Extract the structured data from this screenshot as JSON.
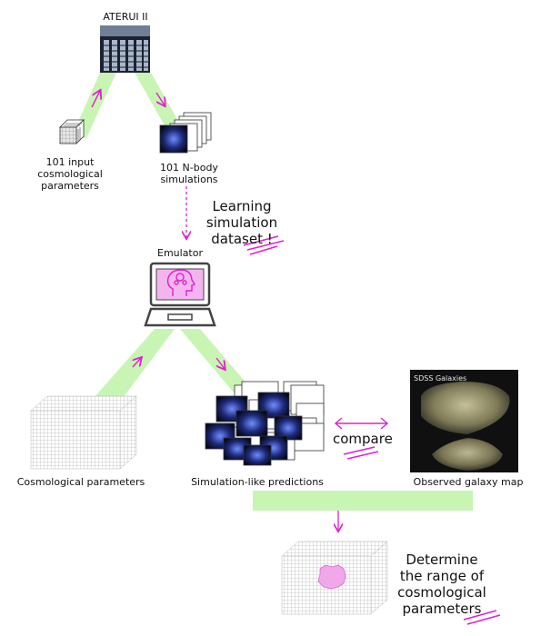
{
  "supercomputer": {
    "name": "ATERUI II"
  },
  "inputs": {
    "label": "101 input\ncosmological\nparameters"
  },
  "simulations": {
    "label": "101 N-body\nsimulations"
  },
  "learning": {
    "note": "Learning\nsimulation\ndataset !"
  },
  "emulator": {
    "label": "Emulator"
  },
  "params_cube": {
    "label": "Cosmological parameters"
  },
  "predictions": {
    "label": "Simulation-like predictions"
  },
  "compare": {
    "label": "compare"
  },
  "observed": {
    "title": "SDSS Galaxies",
    "label": "Observed galaxy map"
  },
  "result": {
    "note": "Determine\nthe range of\ncosmological\nparameters"
  },
  "colors": {
    "band": "#c8f5b4",
    "arrow": "#e020d0",
    "screen": "#f4b4ee"
  },
  "icons": [
    "server-rack-icon",
    "parameter-grid-icon",
    "laptop-icon",
    "brain-head-icon",
    "galaxy-map-image"
  ]
}
